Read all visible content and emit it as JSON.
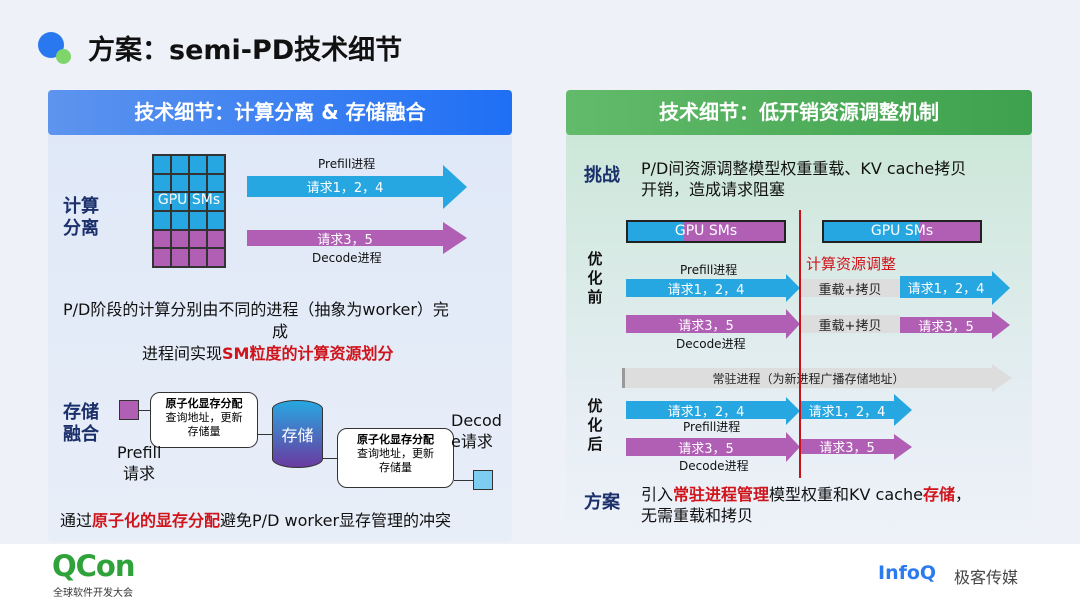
{
  "title": "方案：semi-PD技术细节",
  "left": {
    "header": "技术细节：计算分离 & 存储融合",
    "compute_label": "计算分离",
    "gpu_label": "GPU SMs",
    "prefill_proc": "Prefill进程",
    "prefill_reqs": "请求1，2，4",
    "decode_reqs": "请求3，5",
    "decode_proc": "Decode进程",
    "desc1": "P/D阶段的计算分别由不同的进程（抽象为worker）完",
    "desc2": "成",
    "desc3_a": "进程间实现",
    "desc3_b": "SM粒度的计算资源划分",
    "storage_label": "存储融合",
    "box_title": "原子化显存分配",
    "box_line1": "查询地址，更新",
    "box_line2": "存储量",
    "storage": "存储",
    "prefill_req_1": "Prefill",
    "prefill_req_2": "请求",
    "decode_req_1": "Decod",
    "decode_req_2": "e请求",
    "bottom_a": "通过",
    "bottom_b": "原子化的显存分配",
    "bottom_c": "避免P/D worker显存管理的冲突"
  },
  "right": {
    "header": "技术细节：低开销资源调整机制",
    "challenge_label": "挑战",
    "challenge_1": "P/D间资源调整模型权重重载、KV cache拷贝",
    "challenge_2": "开销，造成请求阻塞",
    "gpu_label": "GPU SMs",
    "before_label": "优化前",
    "adjust": "计算资源调整",
    "prefill_proc": "Prefill进程",
    "decode_proc": "Decode进程",
    "prefill_reqs": "请求1，2，4",
    "decode_reqs": "请求3，5",
    "reload": "重载+拷贝",
    "resident": "常驻进程（为新进程广播存储地址）",
    "after_label": "优化后",
    "solution_label": "方案",
    "sol_a": "引入",
    "sol_b": "常驻进程管理",
    "sol_c": "模型权重和KV cache",
    "sol_d": "存储",
    "sol_e": "，",
    "sol_2": "无需重载和拷贝"
  },
  "footer": {
    "qcon": "QCon",
    "qcon_sub": "全球软件开发大会",
    "infoq": "InfoQ",
    "infoq_cn": "极客传媒"
  }
}
